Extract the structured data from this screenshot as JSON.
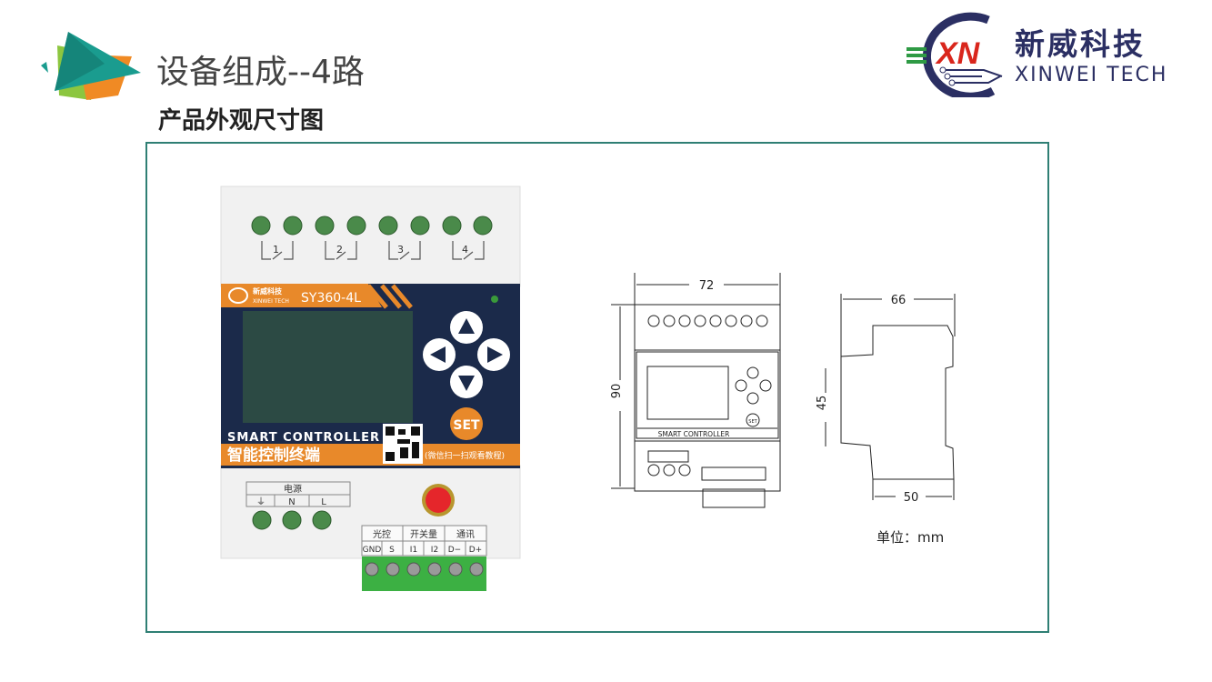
{
  "header": {
    "title": "设备组成--4路",
    "subtitle": "产品外观尺寸图"
  },
  "logo": {
    "mark": "XN",
    "name_cn": "新威科技",
    "name_en": "XINWEI TECH"
  },
  "device_photo": {
    "brand_cn": "新威科技",
    "brand_en": "XINWEI TECH",
    "model": "SY360-4L",
    "relay_numbers": [
      "1",
      "2",
      "3",
      "4"
    ],
    "set_button": "SET",
    "smart_label": "SMART CONTROLLER",
    "cn_label": "智能控制终端",
    "qr_hint": "(微信扫一扫观看教程)",
    "power_header": "电源",
    "power_terminals": [
      "⏚",
      "N",
      "L"
    ],
    "io_groups": [
      "光控",
      "开关量",
      "通讯"
    ],
    "io_terminals": [
      "GND",
      "S",
      "I1",
      "I2",
      "D−",
      "D+"
    ]
  },
  "drawing": {
    "width_front": "72",
    "height_front": "90",
    "depth_total": "66",
    "rail_height": "45",
    "depth_base": "50",
    "smart_label": "SMART CONTROLLER",
    "set_button": "SET",
    "unit": "单位：mm"
  },
  "colors": {
    "frame": "#2f7f74",
    "panel": "#1b2a4a",
    "orange": "#e8892a",
    "terminal_green": "#3cb043"
  }
}
